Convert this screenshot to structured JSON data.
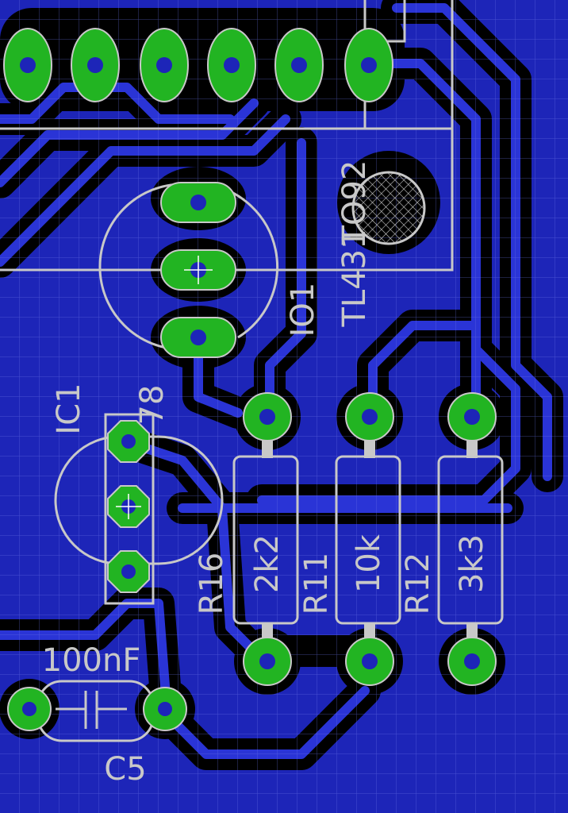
{
  "colors": {
    "board": "#1d25b8",
    "copper_fill": "#2a34d6",
    "clearance": "#000000",
    "grid": "#6a72e6",
    "pad": "#22b422",
    "pad_ring": "#c8c8c8",
    "silk": "#c8c8c8"
  },
  "labels": {
    "ic1_name": "IC1",
    "ic1_value": "78",
    "io1_name": "IO1",
    "io1_value": "TL431",
    "io1_package": "TO92",
    "r16_name": "R16",
    "r16_value": "2k2",
    "r11_name": "R11",
    "r11_value": "10k",
    "r12_name": "R12",
    "r12_value": "3k3",
    "c5_name": "C5",
    "c5_value": "100nF"
  }
}
